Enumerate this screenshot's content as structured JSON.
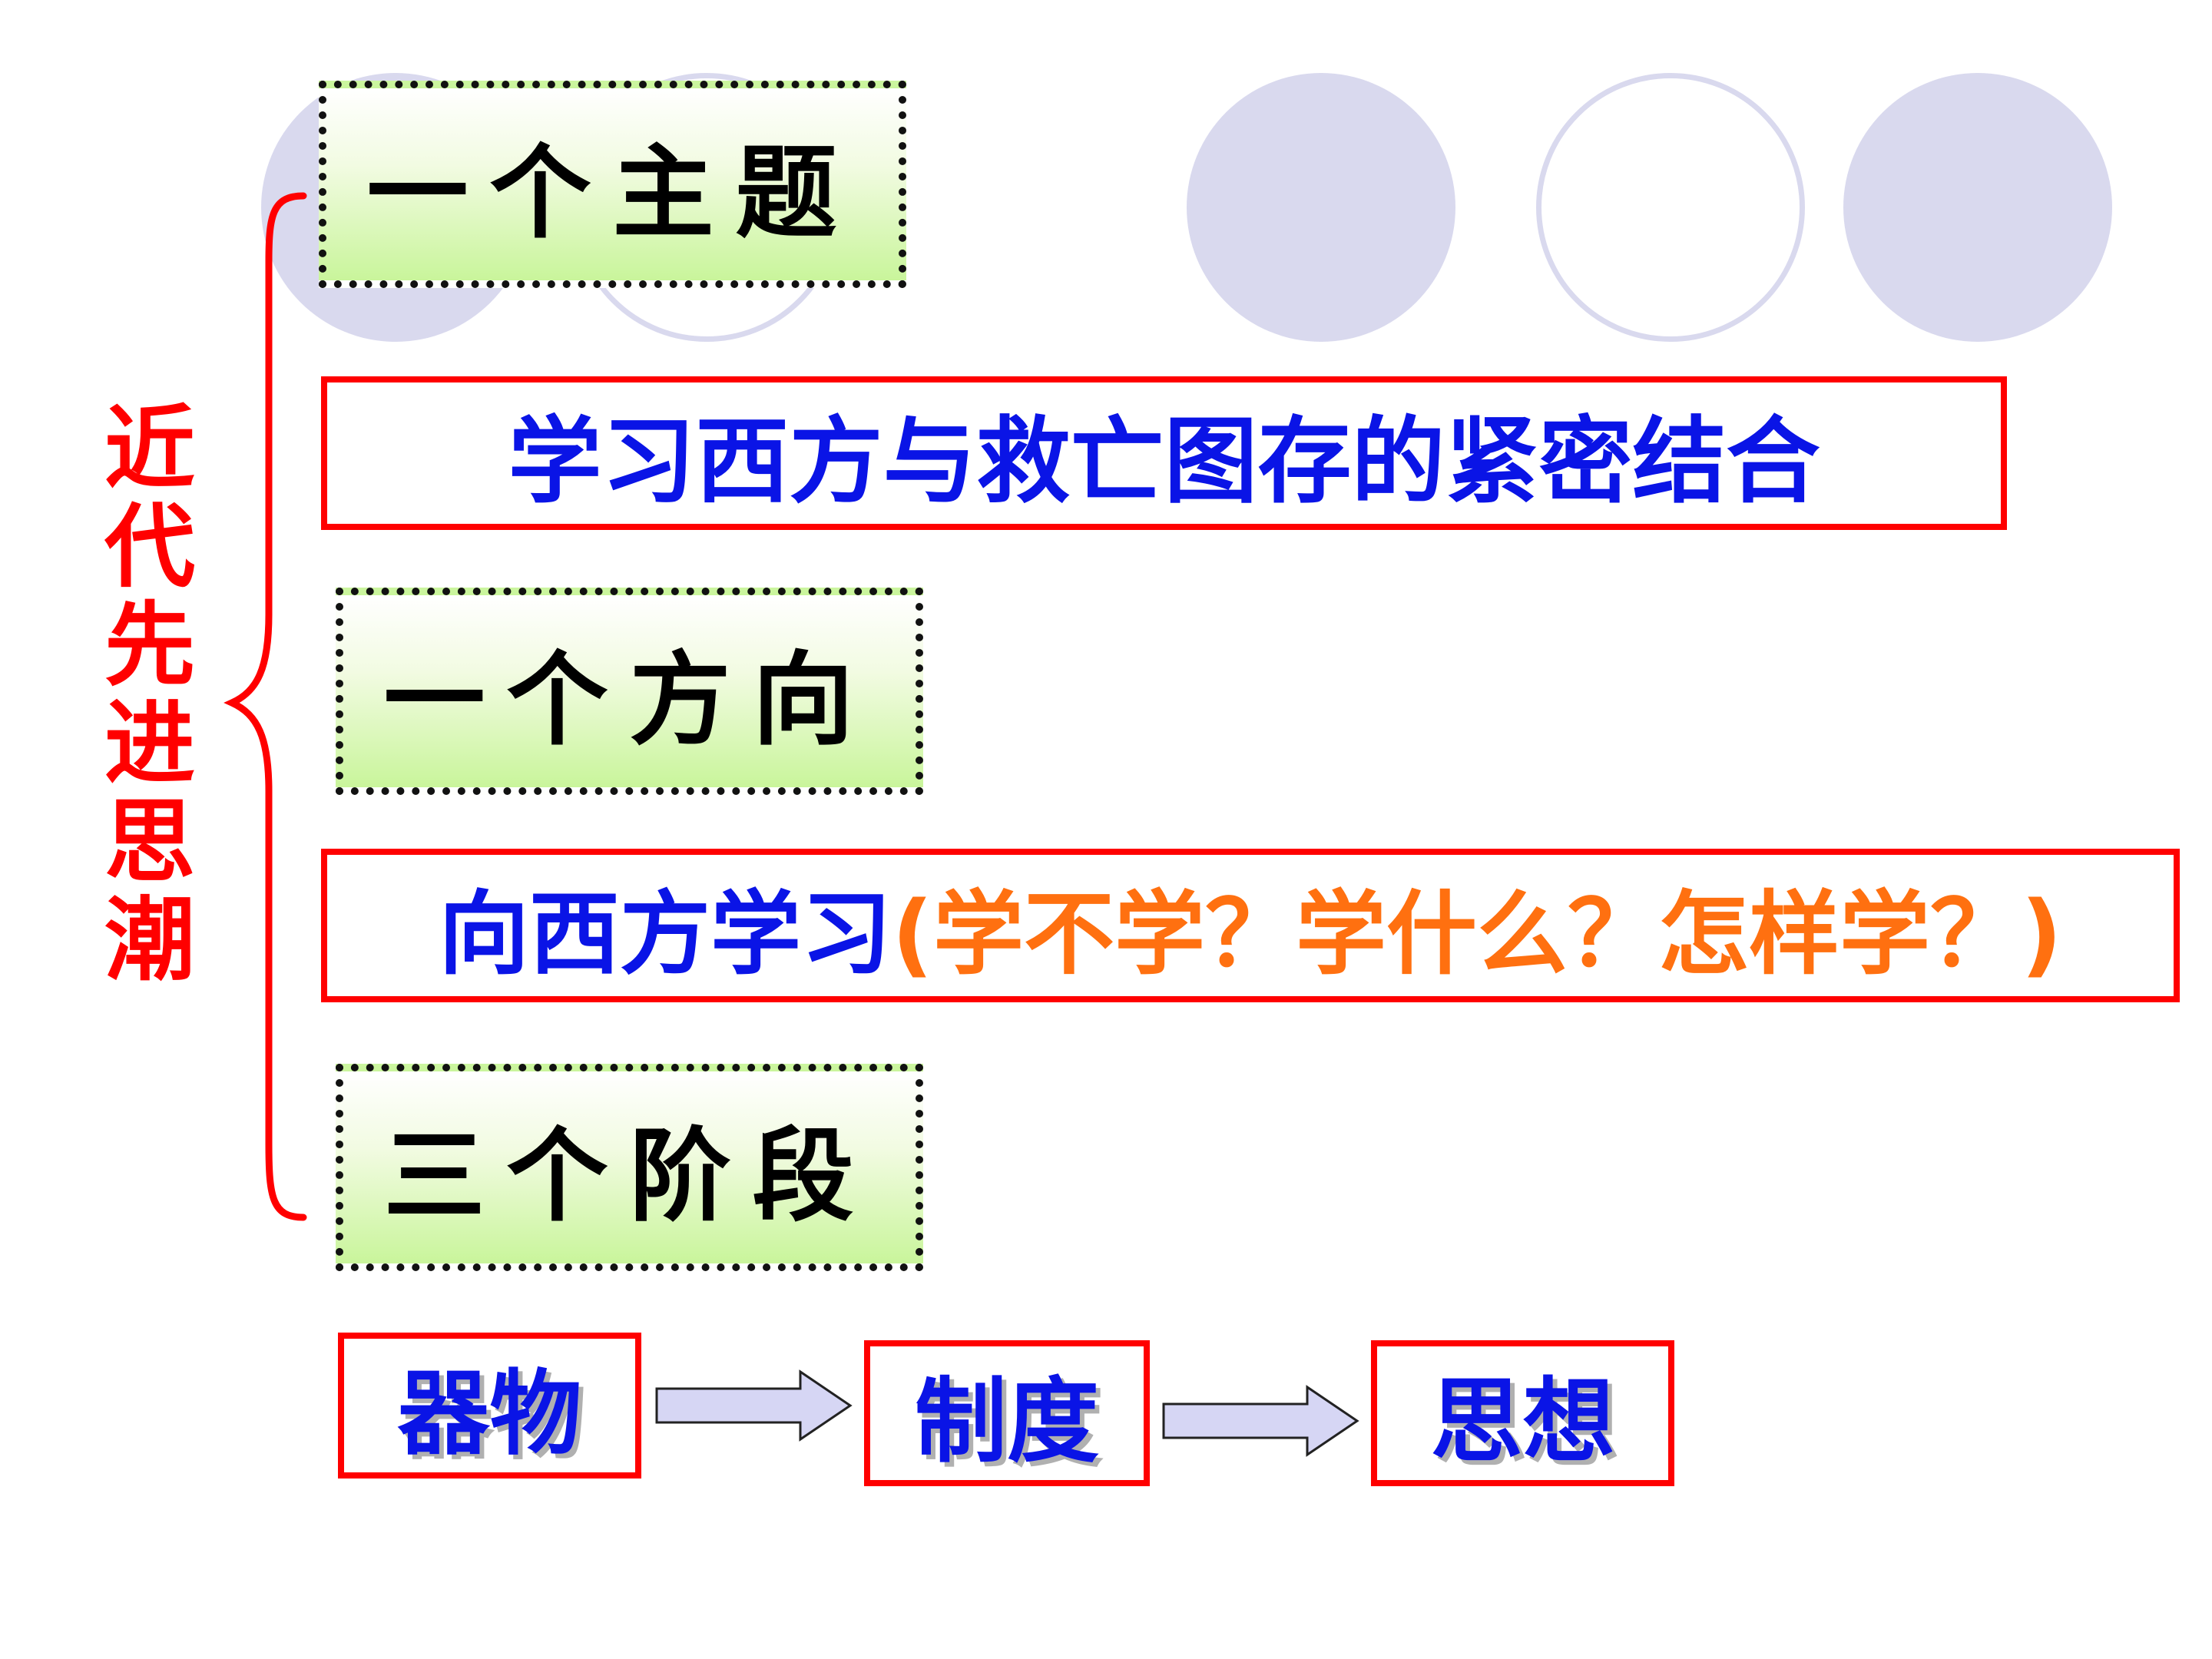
{
  "vertical_title": "近代先进思潮",
  "boxes": {
    "theme_label": "一个主题",
    "theme_content": "学习西方与救亡图存的紧密结合",
    "direction_label": "一个方向",
    "direction_main": "向西方学习",
    "direction_detail": "(学不学？学什么？怎样学？)",
    "stages_label": "三个阶段"
  },
  "stages": [
    "器物",
    "制度",
    "思想"
  ],
  "colors": {
    "title_red": "#ff0000",
    "border_red": "#ff0000",
    "text_blue": "#0a14e6",
    "text_orange": "#ff7010",
    "label_bg_bottom": "#c9f59b",
    "circle": "#d9d9ee",
    "arrow_fill": "#d6d6f4"
  }
}
